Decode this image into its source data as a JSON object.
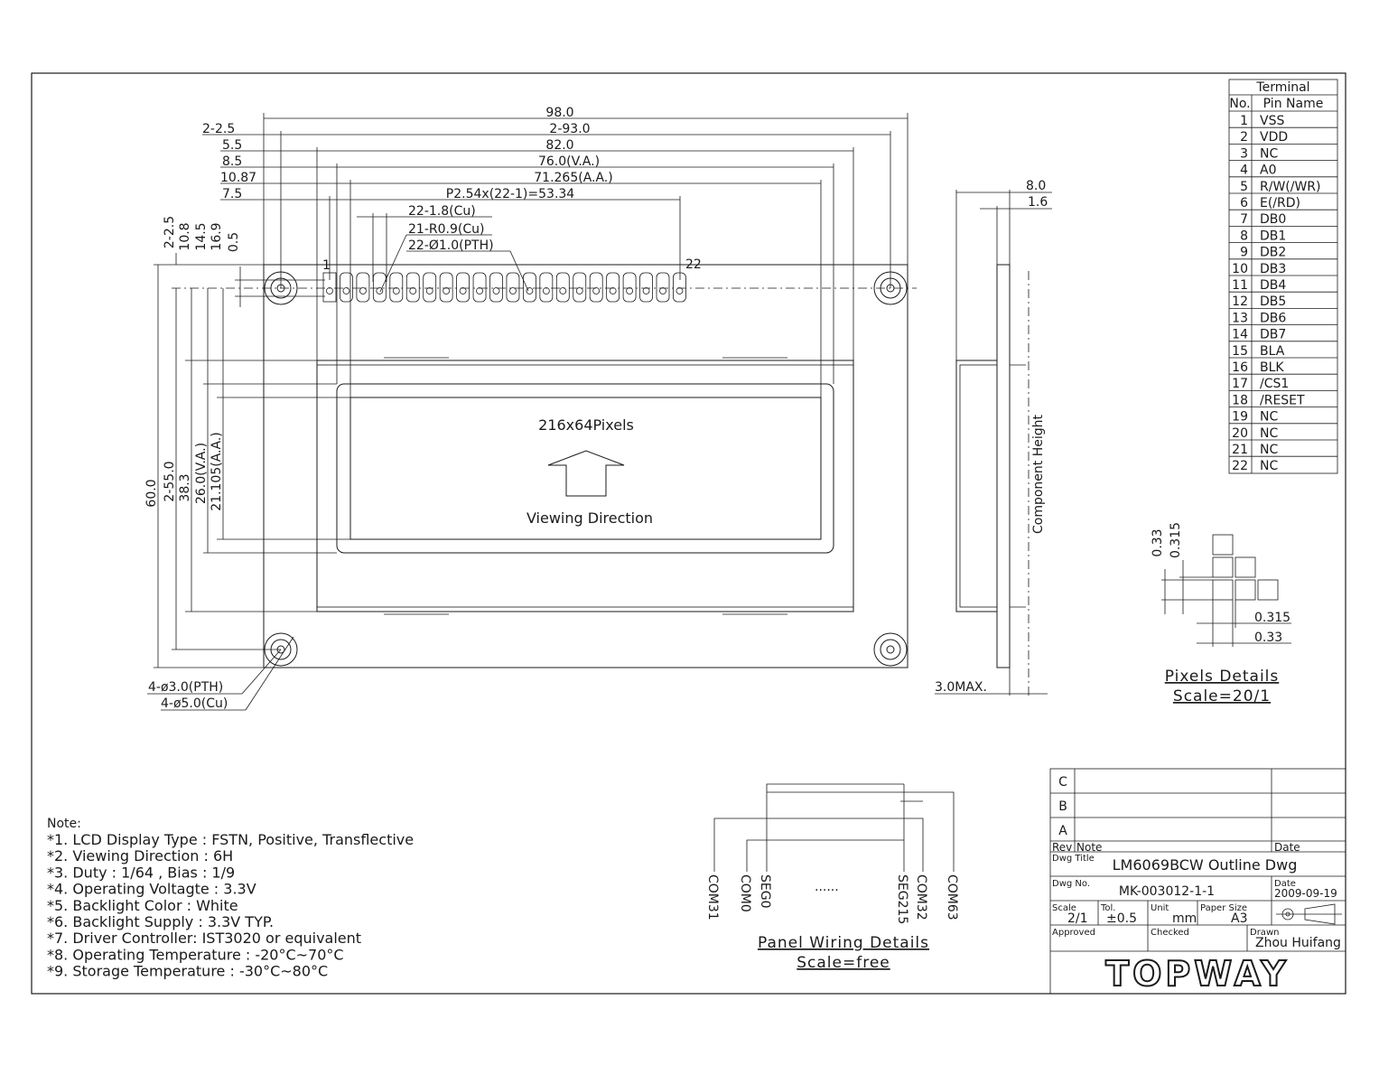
{
  "dimensions": {
    "overall_width": "98.0",
    "hole_pitch_h": "2-93.0",
    "viewing_width": "82.0",
    "va_width": "76.0(V.A.)",
    "aa_width": "71.265(A.A.)",
    "pin_span": "P2.54x(22-1)=53.34",
    "left_2_5": "2-2.5",
    "left_5_5": "5.5",
    "left_8_5": "8.5",
    "left_10_87": "10.87",
    "left_7_5": "7.5",
    "pad_cu": "22-1.8(Cu)",
    "pad_radius": "21-R0.9(Cu)",
    "pad_hole": "22-Ø1.0(PTH)",
    "pin_first": "1",
    "pin_last": "22",
    "v_2_5": "2-2.5",
    "v_10_8": "10.8",
    "v_14_5": "14.5",
    "v_16_9": "16.9",
    "v_0_5": "0.5",
    "overall_height": "60.0",
    "hole_pitch_v": "2-55.0",
    "viewing_height": "38.3",
    "va_height": "26.0(V.A.)",
    "aa_height": "21.105(A.A.)",
    "mount_pth": "4-ø3.0(PTH)",
    "mount_cu": "4-ø5.0(Cu)",
    "thickness": "8.0",
    "pcb": "1.6",
    "comp_height": "Component Height",
    "max_3_0": "3.0MAX."
  },
  "display": {
    "resolution": "216x64Pixels",
    "viewing": "Viewing Direction"
  },
  "terminal": {
    "title": "Terminal",
    "col_no": "No.",
    "col_pin": "Pin Name",
    "rows": [
      {
        "no": "1",
        "name": "VSS"
      },
      {
        "no": "2",
        "name": "VDD"
      },
      {
        "no": "3",
        "name": "NC"
      },
      {
        "no": "4",
        "name": "A0"
      },
      {
        "no": "5",
        "name": "R/W(/WR)"
      },
      {
        "no": "6",
        "name": "E(/RD)"
      },
      {
        "no": "7",
        "name": "DB0"
      },
      {
        "no": "8",
        "name": "DB1"
      },
      {
        "no": "9",
        "name": "DB2"
      },
      {
        "no": "10",
        "name": "DB3"
      },
      {
        "no": "11",
        "name": "DB4"
      },
      {
        "no": "12",
        "name": "DB5"
      },
      {
        "no": "13",
        "name": "DB6"
      },
      {
        "no": "14",
        "name": "DB7"
      },
      {
        "no": "15",
        "name": "BLA"
      },
      {
        "no": "16",
        "name": "BLK"
      },
      {
        "no": "17",
        "name": "/CS1"
      },
      {
        "no": "18",
        "name": "/RESET"
      },
      {
        "no": "19",
        "name": "NC"
      },
      {
        "no": "20",
        "name": "NC"
      },
      {
        "no": "21",
        "name": "NC"
      },
      {
        "no": "22",
        "name": "NC"
      }
    ]
  },
  "pixels": {
    "d1": "0.33",
    "d2": "0.315",
    "d3": "0.315",
    "d4": "0.33",
    "title": "Pixels Details",
    "scale": "Scale=20/1"
  },
  "wiring": {
    "com31": "COM31",
    "com0": "COM0",
    "seg0": "SEG0",
    "dots": "......",
    "seg215": "SEG215",
    "com32": "COM32",
    "com63": "COM63",
    "title": "Panel Wiring Details",
    "scale": "Scale=free"
  },
  "notes": {
    "heading": "Note:",
    "lines": [
      "*1. LCD Display Type : FSTN, Positive, Transflective",
      "*2. Viewing Direction : 6H",
      "*3. Duty : 1/64 , Bias : 1/9",
      "*4. Operating Voltagte : 3.3V",
      "*5. Backlight Color : White",
      "*6. Backlight Supply : 3.3V TYP.",
      "*7. Driver Controller: IST3020 or equivalent",
      "*8. Operating Temperature : -20°C~70°C",
      "*9. Storage Temperature : -30°C~80°C"
    ]
  },
  "title_block": {
    "rev_c": "C",
    "rev_b": "B",
    "rev_a": "A",
    "rev_label": "Rev",
    "note_label": "Note",
    "date_label": "Date",
    "dwg_title_label": "Dwg Title",
    "dwg_title": "LM6069BCW Outline Dwg",
    "dwg_no_label": "Dwg No.",
    "dwg_no": "MK-003012-1-1",
    "date2_label": "Date",
    "date": "2009-09-19",
    "scale_label": "Scale",
    "scale": "2/1",
    "tol_label": "Tol.",
    "tol": "±0.5",
    "unit_label": "Unit",
    "unit": "mm",
    "paper_label": "Paper Size",
    "paper": "A3",
    "approved": "Approved",
    "checked": "Checked",
    "drawn_label": "Drawn",
    "drawn": "Zhou Huifang",
    "brand": "TOPWAY"
  }
}
